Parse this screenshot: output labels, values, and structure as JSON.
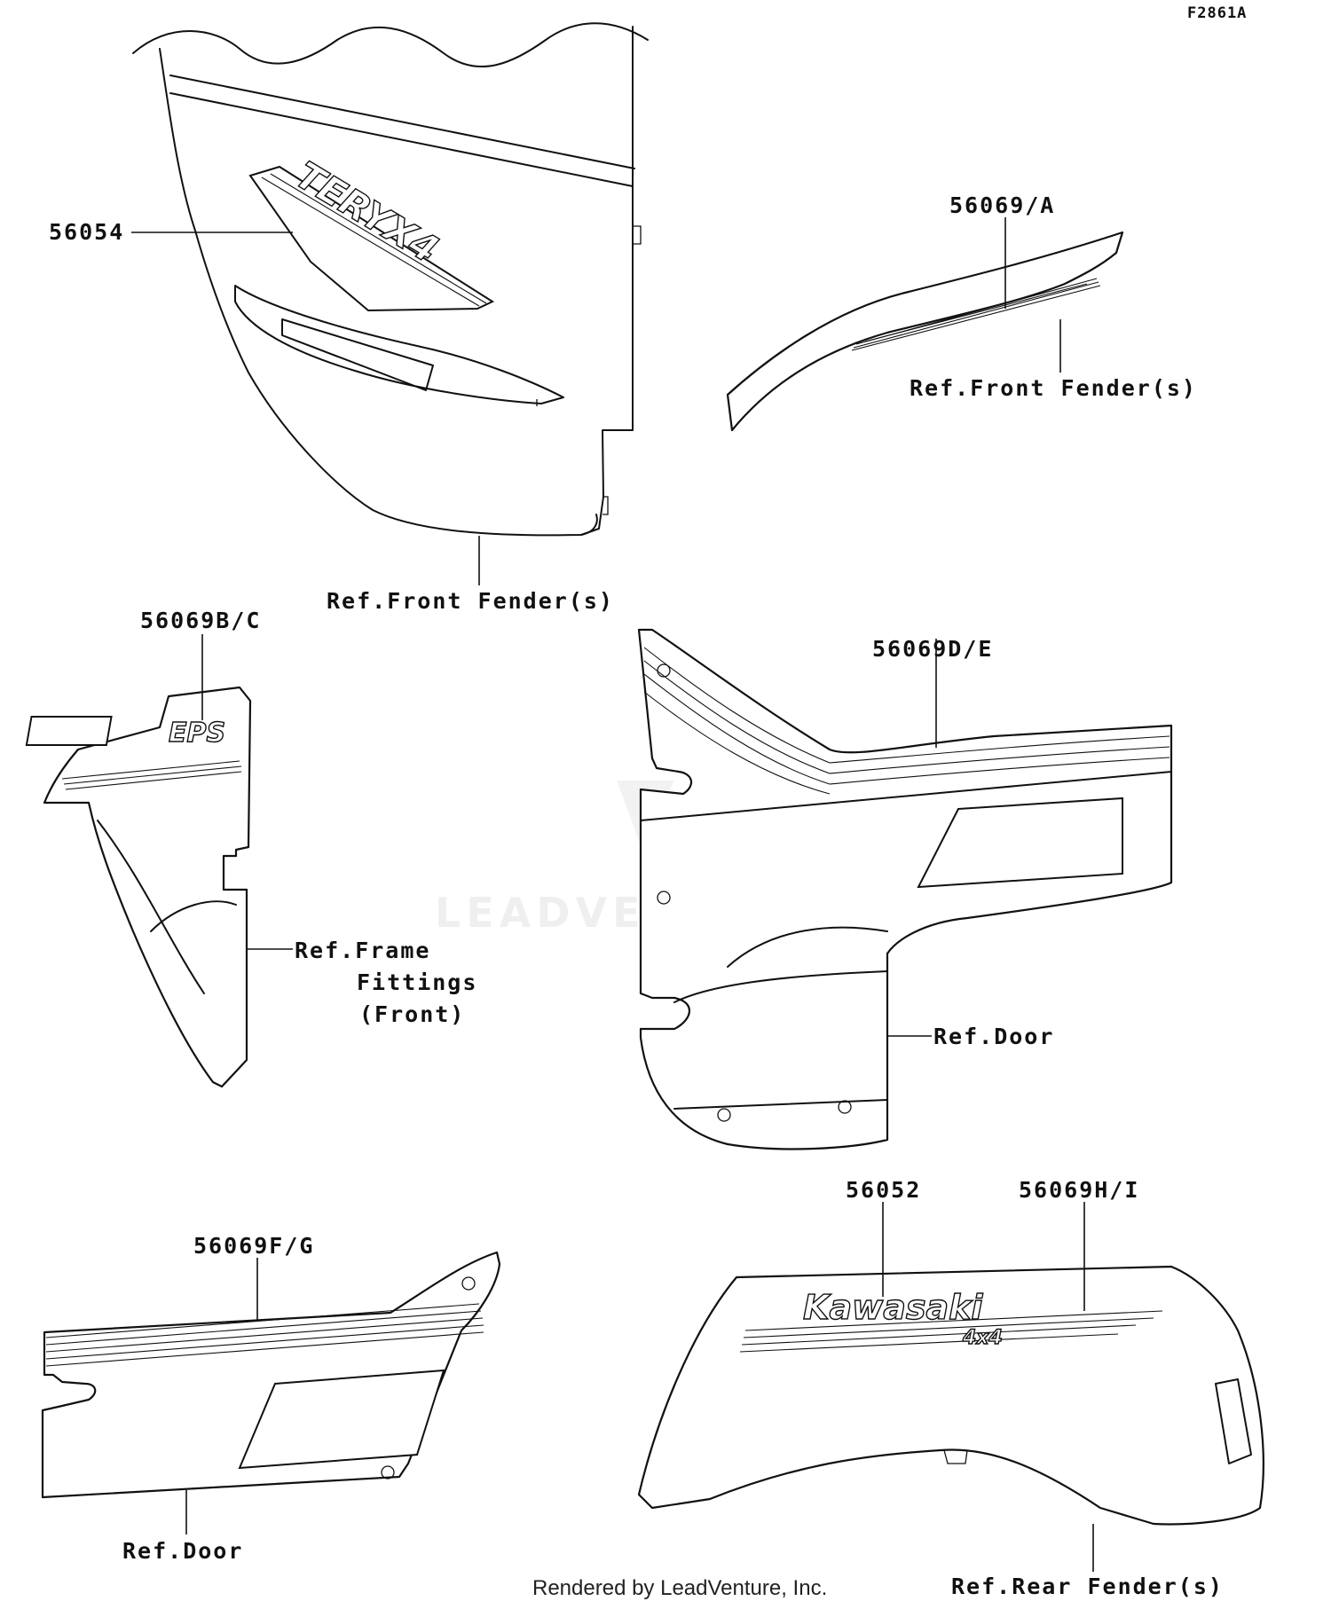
{
  "drawing_code": "F2861A",
  "watermark": "LEADVENTURE",
  "footer": "Rendered by LeadVenture, Inc.",
  "callouts": {
    "p56054": "56054",
    "p56069a": "56069/A",
    "p56069bc": "56069B/C",
    "p56069de": "56069D/E",
    "p56069fg": "56069F/G",
    "p56052": "56052",
    "p56069hi": "56069H/I"
  },
  "refs": {
    "front_fender_1": "Ref.Front Fender(s)",
    "front_fender_2": "Ref.Front Fender(s)",
    "frame_line1": "Ref.Frame",
    "frame_line2": "Fittings",
    "frame_line3": "(Front)",
    "door_1": "Ref.Door",
    "door_2": "Ref.Door",
    "rear_fender": "Ref.Rear Fender(s)"
  },
  "decal_text": {
    "teryx": "TERYX4",
    "eps": "EPS",
    "kawasaki": "Kawasaki",
    "fourbyfour": "4x4"
  }
}
